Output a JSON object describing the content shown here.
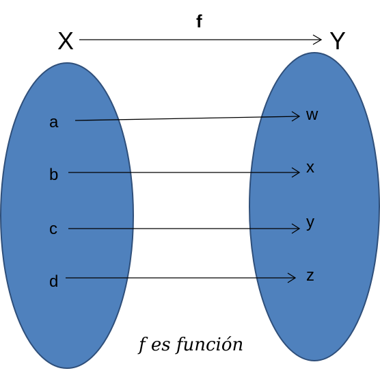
{
  "domain_labels": {
    "from_set": "X",
    "to_set": "Y",
    "function": "f"
  },
  "domain_elements": [
    "a",
    "b",
    "c",
    "d"
  ],
  "codomain_elements": [
    "w",
    "x",
    "y",
    "z"
  ],
  "mapping": [
    {
      "from": "a",
      "to": "w"
    },
    {
      "from": "b",
      "to": "x"
    },
    {
      "from": "c",
      "to": "y"
    },
    {
      "from": "d",
      "to": "z"
    }
  ],
  "caption": "f es función",
  "colors": {
    "set_fill": "#4f81bd",
    "set_stroke": "#2f4f7a",
    "arrow": "#000000"
  }
}
